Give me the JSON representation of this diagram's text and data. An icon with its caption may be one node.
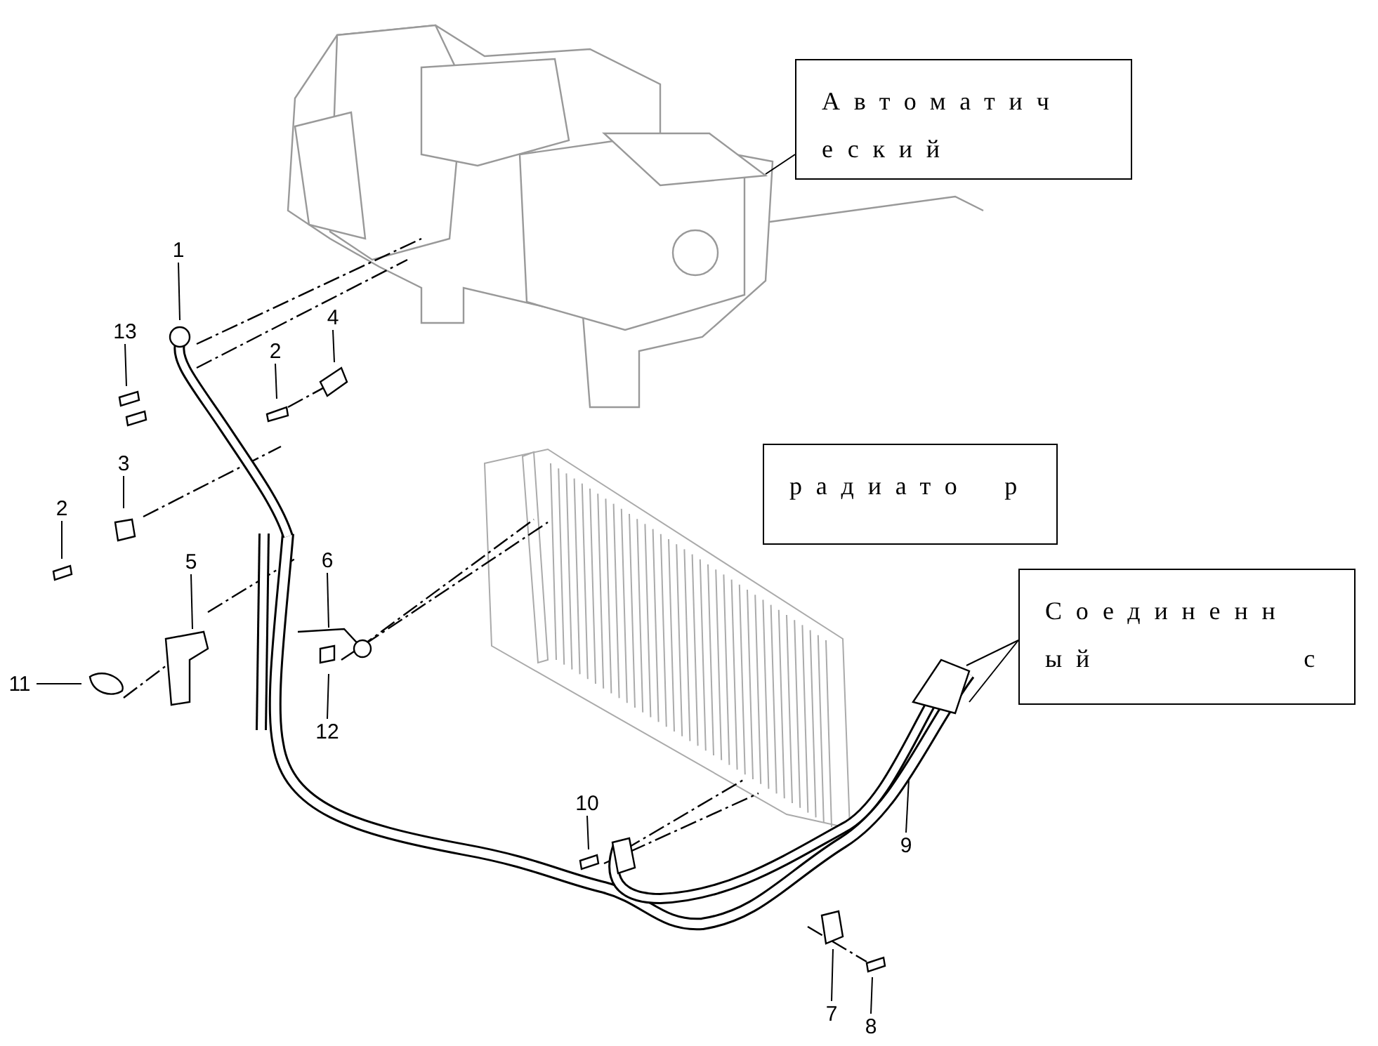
{
  "diagram": {
    "nodes": [
      {
        "text": [
          "Автоматич еский"
        ]
      },
      {
        "text": [
          "1"
        ]
      },
      {
        "text": [
          "13"
        ]
      },
      {
        "text": [
          "2"
        ]
      },
      {
        "text": [
          "4"
        ]
      },
      {
        "text": [
          "радиато р"
        ]
      },
      {
        "text": [
          "3"
        ]
      },
      {
        "text": [
          "2"
        ]
      },
      {
        "text": [
          "5"
        ]
      },
      {
        "text": [
          "6"
        ]
      },
      {
        "text": [
          "Соединенн ый с"
        ]
      },
      {
        "text": [
          "11"
        ]
      },
      {
        "text": [
          "12"
        ]
      },
      {
        "text": [
          "10"
        ]
      },
      {
        "text": [
          "9"
        ]
      },
      {
        "text": [
          "7"
        ]
      },
      {
        "text": [
          "8"
        ]
      }
    ],
    "edges": [
      {
        "from": 0,
        "to": null,
        "arrow": "none"
      },
      {
        "from": 1,
        "to": null,
        "arrow": "none"
      },
      {
        "from": 2,
        "to": null,
        "arrow": "none"
      },
      {
        "from": 3,
        "to": null,
        "arrow": "none"
      },
      {
        "from": 4,
        "to": null,
        "arrow": "none"
      },
      {
        "from": 6,
        "to": null,
        "arrow": "none"
      },
      {
        "from": 7,
        "to": null,
        "arrow": "none"
      },
      {
        "from": 8,
        "to": null,
        "arrow": "none"
      },
      {
        "from": 9,
        "to": null,
        "arrow": "none"
      },
      {
        "from": 10,
        "to": null,
        "arrow": "none"
      },
      {
        "from": 10,
        "to": null,
        "arrow": "none"
      },
      {
        "from": 11,
        "to": null,
        "arrow": "none"
      },
      {
        "from": 12,
        "to": null,
        "arrow": "none"
      },
      {
        "from": 13,
        "to": null,
        "arrow": "none"
      },
      {
        "from": 14,
        "to": null,
        "arrow": "none"
      },
      {
        "from": 15,
        "to": null,
        "arrow": "none"
      },
      {
        "from": 16,
        "to": null,
        "arrow": "none"
      }
    ]
  }
}
